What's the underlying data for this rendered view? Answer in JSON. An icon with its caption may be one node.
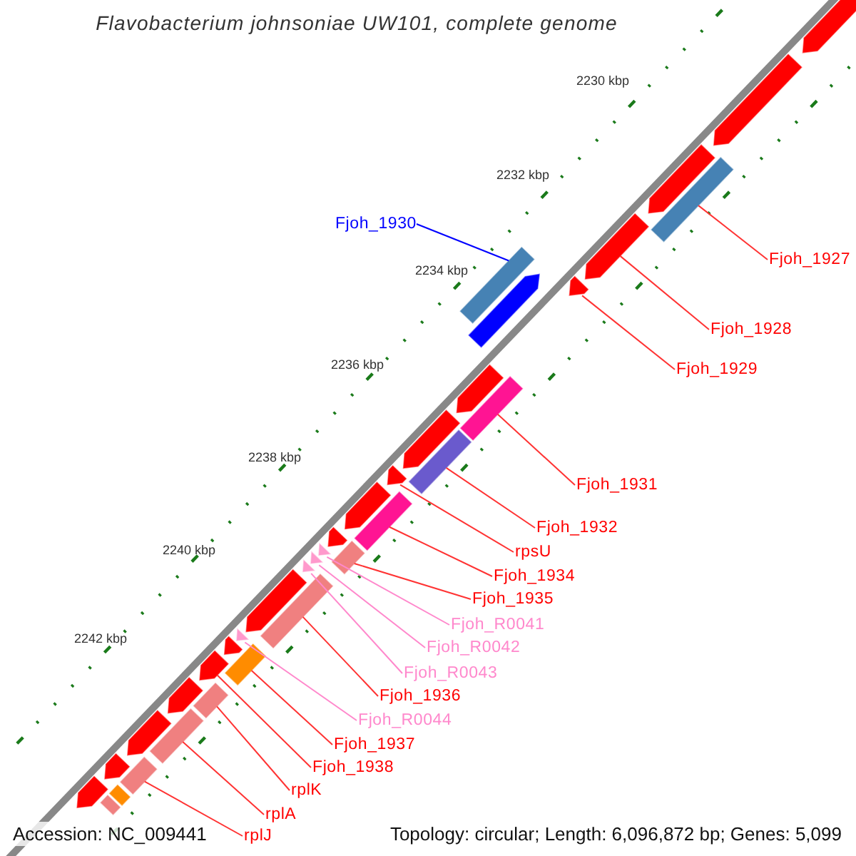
{
  "diagram": {
    "title": "Flavobacterium johnsoniae UW101, complete genome",
    "nodes": [
      {
        "text": [
          "Fjoh_1930"
        ]
      },
      {
        "text": [
          "Fjoh_1927"
        ]
      },
      {
        "text": [
          "Fjoh_1928"
        ]
      },
      {
        "text": [
          "Fjoh_1929"
        ]
      },
      {
        "text": [
          "Fjoh_1931"
        ]
      },
      {
        "text": [
          "Fjoh_1932"
        ]
      },
      {
        "text": [
          "rpsU"
        ]
      },
      {
        "text": [
          "Fjoh_1934"
        ]
      },
      {
        "text": [
          "Fjoh_1935"
        ]
      },
      {
        "text": [
          "Fjoh_R0041"
        ]
      },
      {
        "text": [
          "Fjoh_R0042"
        ]
      },
      {
        "text": [
          "Fjoh_R0043"
        ]
      },
      {
        "text": [
          "Fjoh_1936"
        ]
      },
      {
        "text": [
          "Fjoh_R0044"
        ]
      },
      {
        "text": [
          "Fjoh_1937"
        ]
      },
      {
        "text": [
          "Fjoh_1938"
        ]
      },
      {
        "text": [
          "rplK"
        ]
      },
      {
        "text": [
          "rplA"
        ]
      },
      {
        "text": [
          "rplJ"
        ]
      },
      {
        "text": [],
        "shape": "bar"
      },
      {
        "text": [],
        "shape": "bar"
      },
      {
        "text": [],
        "shape": "arrow"
      },
      {
        "text": [],
        "shape": "arrow"
      },
      {
        "text": [],
        "shape": "bar"
      },
      {
        "text": [],
        "shape": "bar"
      },
      {
        "text": [],
        "shape": "arrow"
      },
      {
        "text": [],
        "shape": "bar"
      },
      {
        "text": [],
        "shape": "bar"
      },
      {
        "text": [],
        "shape": "arrow"
      },
      {
        "text": [],
        "shape": "arrow"
      },
      {
        "text": [],
        "shape": "arrow"
      },
      {
        "text": [],
        "shape": "bar"
      },
      {
        "text": [],
        "shape": "arrow"
      },
      {
        "text": [],
        "shape": "bar"
      },
      {
        "text": [],
        "shape": "arrow"
      },
      {
        "text": [],
        "shape": "bar"
      },
      {
        "text": [],
        "shape": "bar"
      },
      {
        "text": [],
        "shape": "bar"
      },
      {
        "text": [],
        "shape": "arrow"
      },
      {
        "text": [],
        "shape": "arrow"
      },
      {
        "text": [],
        "shape": "arrow"
      },
      {
        "text": [],
        "shape": "arrow"
      },
      {
        "text": [],
        "shape": "arrow"
      },
      {
        "text": [],
        "shape": "arrow"
      },
      {
        "text": [],
        "shape": "arrow"
      },
      {
        "text": [],
        "shape": "arrow"
      },
      {
        "text": [],
        "shape": "arrow"
      },
      {
        "text": [],
        "shape": "arrow"
      },
      {
        "text": [],
        "shape": "arrow"
      },
      {
        "text": [],
        "shape": "arrow"
      },
      {
        "text": [],
        "shape": "arrow"
      },
      {
        "text": [],
        "shape": "bar"
      },
      {
        "text": [],
        "shape": "bar"
      },
      {
        "text": [],
        "shape": "arrow"
      }
    ],
    "edges": [
      {
        "from": 0,
        "to": 19,
        "arrow": "none",
        "color": "#0000ff"
      },
      {
        "from": 1,
        "to": 20,
        "arrow": "none"
      },
      {
        "from": 2,
        "to": 21,
        "arrow": "none"
      },
      {
        "from": 3,
        "to": 22,
        "arrow": "none"
      },
      {
        "from": 4,
        "to": 23,
        "arrow": "none"
      },
      {
        "from": 5,
        "to": 24,
        "arrow": "none"
      },
      {
        "from": 6,
        "to": 25,
        "arrow": "none"
      },
      {
        "from": 7,
        "to": 26,
        "arrow": "none"
      },
      {
        "from": 8,
        "to": 27,
        "arrow": "none"
      },
      {
        "from": 9,
        "to": 28,
        "arrow": "none",
        "color": "#ff88cc"
      },
      {
        "from": 10,
        "to": 29,
        "arrow": "none",
        "color": "#ff88cc"
      },
      {
        "from": 11,
        "to": 30,
        "arrow": "none",
        "color": "#ff88cc"
      },
      {
        "from": 12,
        "to": 31,
        "arrow": "none"
      },
      {
        "from": 13,
        "to": 32,
        "arrow": "none",
        "color": "#ff88cc"
      },
      {
        "from": 14,
        "to": 33,
        "arrow": "none"
      },
      {
        "from": 15,
        "to": 34,
        "arrow": "none"
      },
      {
        "from": 16,
        "to": 35,
        "arrow": "none"
      },
      {
        "from": 17,
        "to": 36,
        "arrow": "none"
      },
      {
        "from": 18,
        "to": 37,
        "arrow": "none"
      }
    ],
    "labels": [
      "2230 kbp",
      "2232 kbp",
      "2234 kbp",
      "2236 kbp",
      "2238 kbp",
      "2240 kbp",
      "2242 kbp",
      "Accession: NC_009441",
      "Topology: circular; Length: 6,096,872 bp; Genes: 5,099"
    ]
  }
}
